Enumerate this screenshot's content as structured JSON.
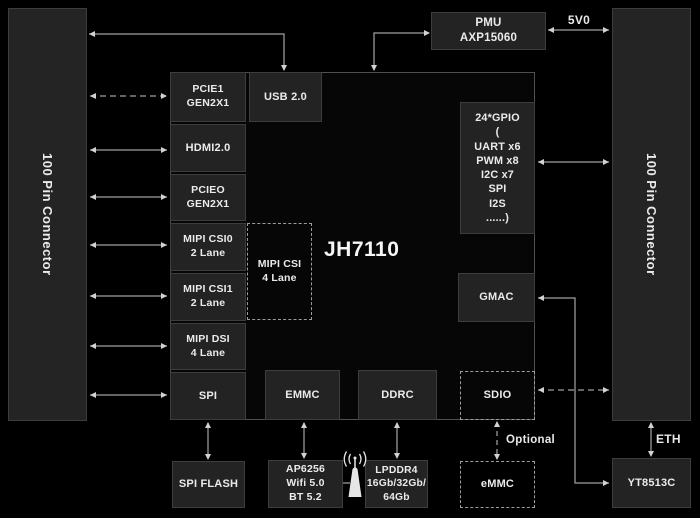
{
  "chip": {
    "name": "JH7110"
  },
  "connectors": {
    "left": "100 Pin Connector",
    "right": "100 Pin Connector"
  },
  "blocks": {
    "pmu": "PMU\nAXP15060",
    "usb": "USB 2.0",
    "pcie1": "PCIE1 GEN2X1",
    "hdmi": "HDMI2.0",
    "pcie0": "PCIEO GEN2X1",
    "mipi_csi0": "MIPI CSI0\n2 Lane",
    "mipi_csi1": "MIPI CSI1\n2 Lane",
    "mipi_dsi": "MIPI DSI\n4 Lane",
    "spi": "SPI",
    "mipi_csi4": "MIPI CSI\n4 Lane",
    "gpio": "24*GPIO\n(\nUART x6\nPWM x8\nI2C x7\nSPI\nI2S\n......)",
    "gmac": "GMAC",
    "emmc": "EMMC",
    "ddrc": "DDRC",
    "sdio": "SDIO",
    "spi_flash": "SPI FLASH",
    "wifi": "AP6256\nWifi 5.0\nBT 5.2",
    "lpddr4": "LPDDR4\n16Gb/32Gb/\n64Gb",
    "emmc_optional": "eMMC",
    "phy": "YT8513C"
  },
  "labels": {
    "power": "5V0",
    "eth": "ETH",
    "optional": "Optional"
  },
  "icons": {
    "antenna": "wifi-antenna-icon"
  },
  "colors": {
    "background": "#000000",
    "block_fill": "#232323",
    "block_border": "#3d3d3d",
    "chip_border": "#505050",
    "dashed_border": "#9d9d9d",
    "line": "#9f9f9f",
    "arrowhead": "#d2d2d2",
    "text": "#ebebeb"
  }
}
